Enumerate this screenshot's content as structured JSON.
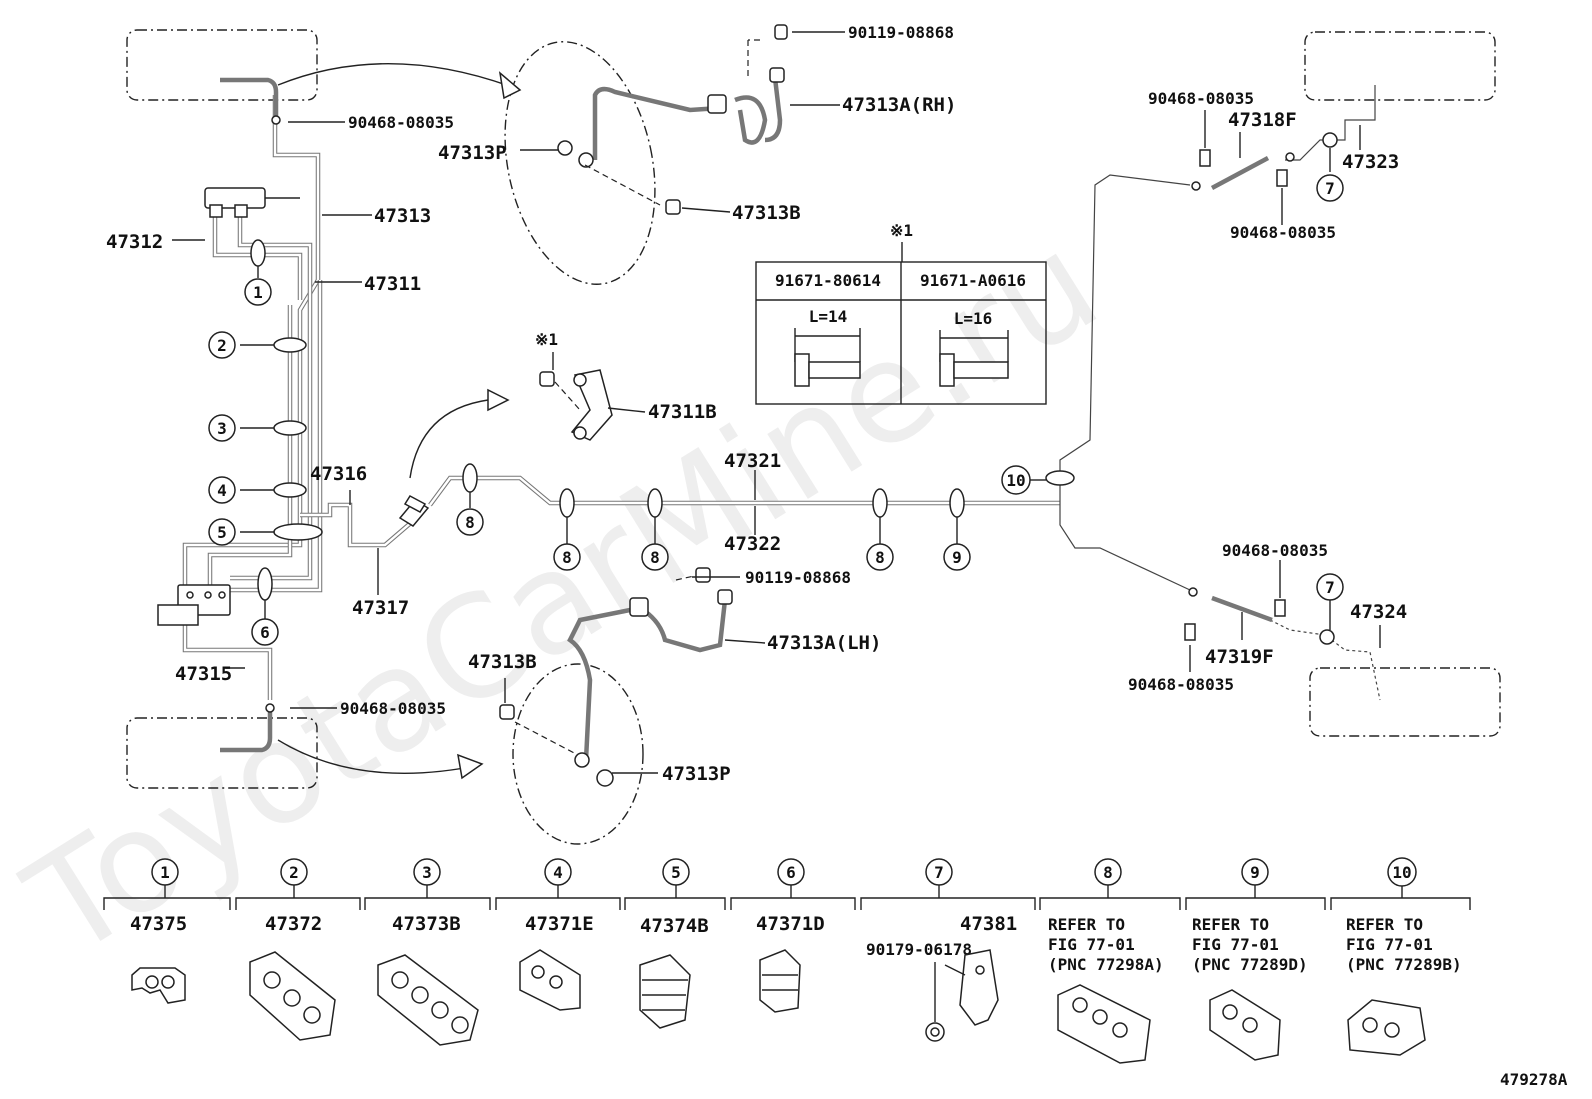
{
  "watermark": "ToyotaCarMine.ru",
  "figure_code": "479278A",
  "callouts": {
    "c90119_top": "90119-08868",
    "c47313A_RH": "47313A(RH)",
    "c47313P_top": "47313P",
    "c47313B_top": "47313B",
    "c90468_topleft": "90468-08035",
    "c47313": "47313",
    "c47312": "47312",
    "c47311": "47311",
    "c47316": "47316",
    "c47317": "47317",
    "c47315": "47315",
    "c90468_bottomleft": "90468-08035",
    "c47311B": "47311B",
    "c47321": "47321",
    "c47322": "47322",
    "c90119_bottom": "90119-08868",
    "c47313A_LH": "47313A(LH)",
    "c47313B_bottom": "47313B",
    "c47313P_bottom": "47313P",
    "c90468_topright1": "90468-08035",
    "c47318F": "47318F",
    "c47323": "47323",
    "c90468_topright2": "90468-08035",
    "c90468_right1": "90468-08035",
    "c47324": "47324",
    "c47319F": "47319F",
    "c90468_right2": "90468-08035"
  },
  "note_mark": "※1",
  "bolt_table": {
    "mark": "※1",
    "columns": [
      {
        "part": "91671-80614",
        "length": "L=14"
      },
      {
        "part": "91671-A0616",
        "length": "L=16"
      }
    ]
  },
  "clamp_refs": [
    "1",
    "2",
    "3",
    "4",
    "5",
    "6",
    "7",
    "8",
    "9",
    "10"
  ],
  "legend": [
    {
      "num": "1",
      "part": "47375"
    },
    {
      "num": "2",
      "part": "47372"
    },
    {
      "num": "3",
      "part": "47373B"
    },
    {
      "num": "4",
      "part": "47371E"
    },
    {
      "num": "5",
      "part": "47374B"
    },
    {
      "num": "6",
      "part": "47371D"
    },
    {
      "num": "7",
      "part": "47381",
      "extra": "90179-06178"
    },
    {
      "num": "8",
      "lines": [
        "REFER TO",
        "FIG 77-01",
        "(PNC 77298A)"
      ]
    },
    {
      "num": "9",
      "lines": [
        "REFER TO",
        "FIG 77-01",
        "(PNC 77289D)"
      ]
    },
    {
      "num": "10",
      "lines": [
        "REFER TO",
        "FIG 77-01",
        "(PNC 77289B)"
      ]
    }
  ]
}
